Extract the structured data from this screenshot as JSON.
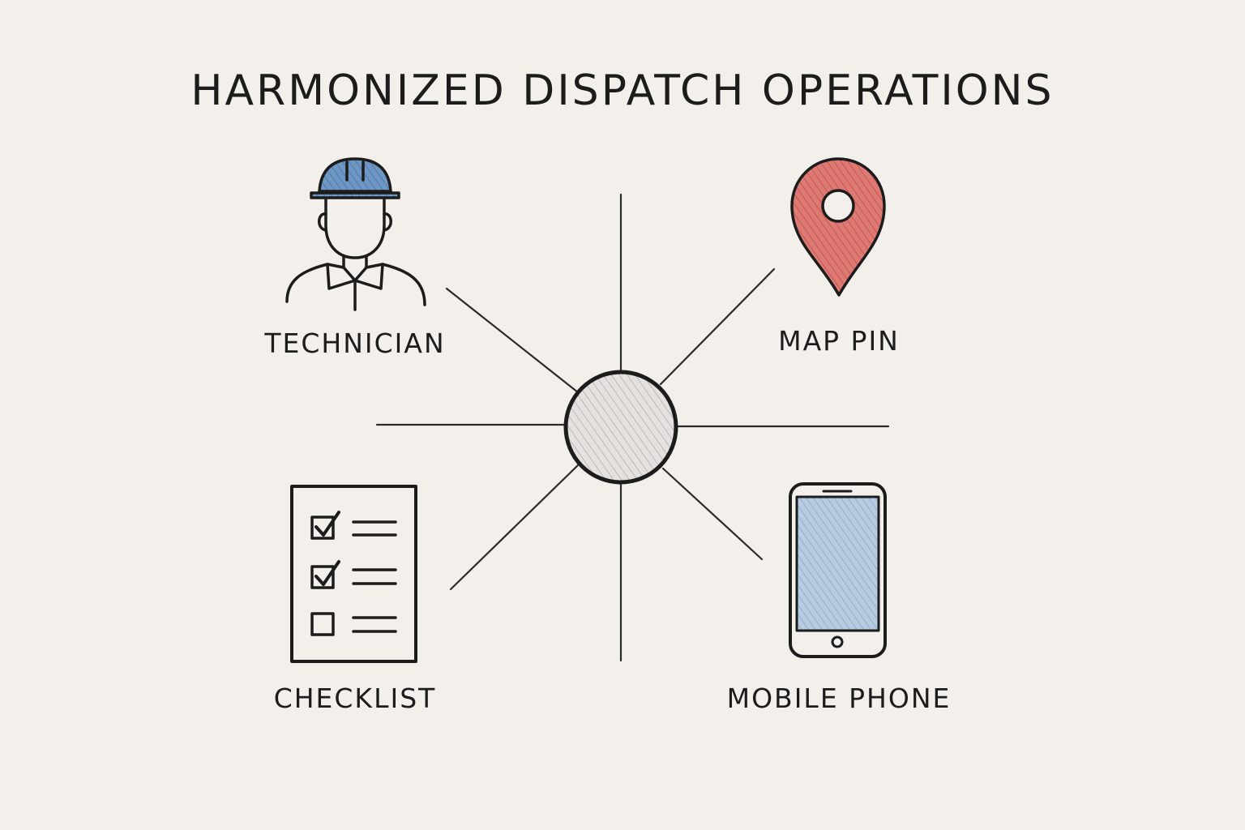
{
  "diagram": {
    "title": "HARMONIZED DISPATCH OPERATIONS",
    "nodes": {
      "technician": {
        "label": "TECHNICIAN",
        "icon": "technician-hardhat-icon",
        "accent": "#5a86bb"
      },
      "map_pin": {
        "label": "MAP PIN",
        "icon": "map-pin-icon",
        "accent": "#d2605b"
      },
      "checklist": {
        "label": "CHECKLIST",
        "icon": "checklist-icon",
        "items": [
          {
            "checked": true
          },
          {
            "checked": true
          },
          {
            "checked": false
          }
        ]
      },
      "mobile_phone": {
        "label": "MOBILE PHONE",
        "icon": "mobile-phone-icon",
        "accent": "#9fb8d3"
      }
    },
    "hub": {
      "icon": "hub-circle-icon",
      "fill": "#d9d6d3"
    },
    "colors": {
      "background": "#f3f0ec",
      "ink": "#1c1c1c"
    }
  }
}
